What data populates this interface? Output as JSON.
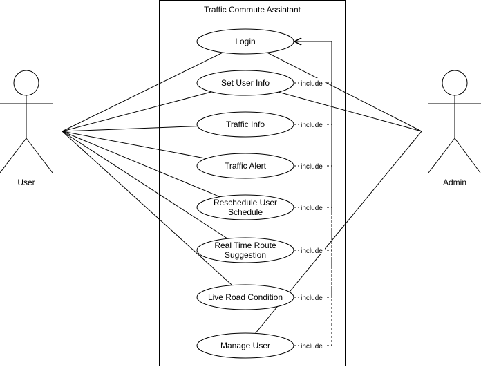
{
  "system": {
    "title": "Traffic Commute Assiatant"
  },
  "actors": {
    "user": {
      "label": "User"
    },
    "admin": {
      "label": "Admin"
    }
  },
  "use_cases": [
    {
      "id": "login",
      "lines": [
        "Login"
      ]
    },
    {
      "id": "set-user-info",
      "lines": [
        "Set User Info"
      ]
    },
    {
      "id": "traffic-info",
      "lines": [
        "Traffic Info"
      ]
    },
    {
      "id": "traffic-alert",
      "lines": [
        "Traffic Alert"
      ]
    },
    {
      "id": "reschedule-user-schedule",
      "lines": [
        "Reschedule User",
        "Schedule"
      ]
    },
    {
      "id": "real-time-route-suggestion",
      "lines": [
        "Real Time Route",
        "Suggestion"
      ]
    },
    {
      "id": "live-road-condition",
      "lines": [
        "Live Road Condition"
      ]
    },
    {
      "id": "manage-user",
      "lines": [
        "Manage User"
      ]
    }
  ],
  "include_label": "include",
  "associations": {
    "user": [
      "login",
      "set-user-info",
      "traffic-info",
      "traffic-alert",
      "reschedule-user-schedule",
      "real-time-route-suggestion",
      "live-road-condition"
    ],
    "admin": [
      "login",
      "set-user-info",
      "manage-user"
    ]
  },
  "includes_to_login": [
    "set-user-info",
    "traffic-info",
    "traffic-alert",
    "reschedule-user-schedule",
    "real-time-route-suggestion",
    "live-road-condition",
    "manage-user"
  ],
  "colors": {
    "stroke": "#000000",
    "fill": "#ffffff"
  }
}
